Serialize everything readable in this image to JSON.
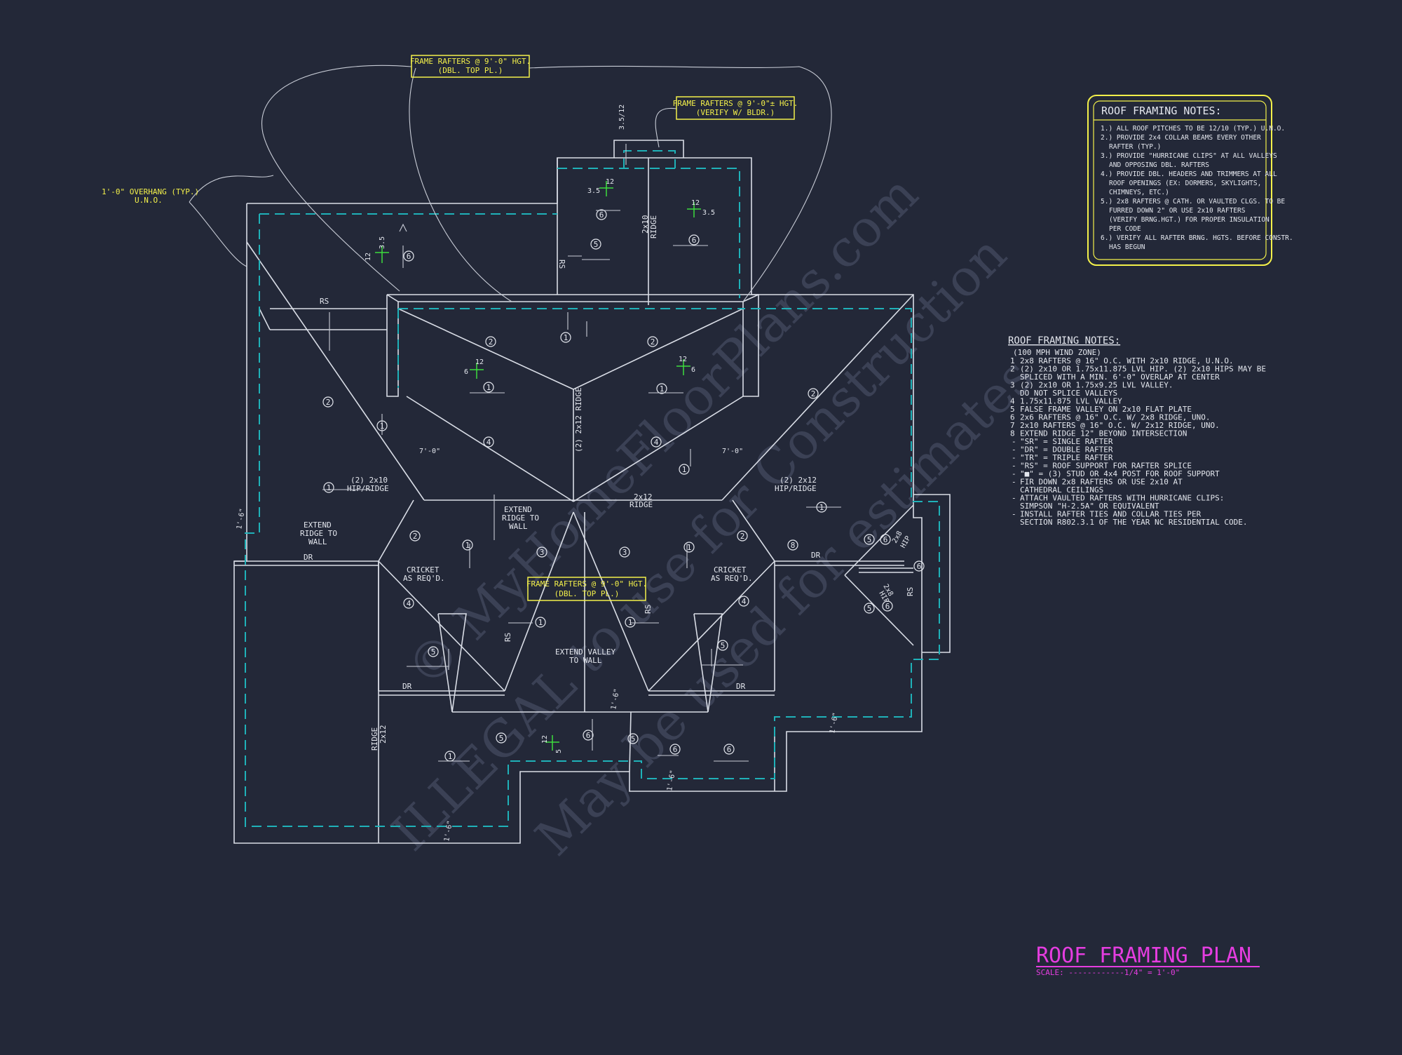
{
  "watermark": {
    "line1": "© MyHomeFloorPlans.com",
    "line2": "ILLEGAL to use for Construction",
    "line3": "May be used for estimates"
  },
  "callouts": {
    "frame_top_left": [
      "FRAME RAFTERS @ 9'-0\" HGT.",
      "(DBL. TOP PL.)"
    ],
    "frame_top_right": [
      "FRAME RAFTERS @ 9'-0\"± HGT.",
      "(VERIFY W/ BLDR.)"
    ],
    "frame_center": [
      "FRAME RAFTERS @ 9'-0\" HGT.",
      "(DBL. TOP PL.)"
    ],
    "overhang": [
      "1'-0\" OVERHANG (TYP.)",
      "U.N.O."
    ]
  },
  "plan_labels": {
    "rs": "RS",
    "dr": "DR",
    "ridge": "RIDGE",
    "two_by_ten": "2x10",
    "two_by_twelve": "2x12",
    "two_by_eight": "2x8",
    "hip": "HIP",
    "hip_ridge_2x10": [
      "(2) 2x10",
      "HIP/RIDGE"
    ],
    "hip_ridge_2x12": [
      "(2) 2x12",
      "HIP/RIDGE"
    ],
    "extend_ridge": [
      "EXTEND",
      "RIDGE TO",
      "WALL"
    ],
    "extend_valley": [
      "EXTEND VALLEY",
      "TO WALL"
    ],
    "cricket": [
      "CRICKET",
      "AS REQ'D."
    ],
    "dim_7_0": "7'-0\"",
    "dim_35_12": "3.5/12",
    "pitch_12": "12",
    "pitch_35": "3.5",
    "pitch_6": "6",
    "pitch_5": "5",
    "eave_dim": "1'-6\"",
    "center_ridge": "(2) 2x12 RIDGE"
  },
  "notes_box": {
    "title": "ROOF FRAMING NOTES:",
    "items": [
      "1.) ALL ROOF PITCHES TO BE 12/10 (TYP.) U.N.O.",
      "2.) PROVIDE 2x4 COLLAR BEAMS EVERY OTHER",
      "RAFTER (TYP.)",
      "3.) PROVIDE \"HURRICANE CLIPS\" AT ALL VALLEYS",
      "AND OPPOSING DBL. RAFTERS",
      "4.) PROVIDE DBL. HEADERS AND TRIMMERS AT ALL",
      "ROOF OPENINGS (EX: DORMERS, SKYLIGHTS,",
      "CHIMNEYS, ETC.)",
      "5.) 2x8 RAFTERS @ CATH. OR VAULTED CLGS. TO BE",
      "FURRED DOWN 2\" OR USE 2x10 RAFTERS",
      "(VERIFY BRNG.HGT.) FOR PROPER INSULATION",
      "PER CODE",
      "6.) VERIFY ALL RAFTER BRNG. HGTS. BEFORE CONSTR.",
      "HAS BEGUN"
    ]
  },
  "notes_list": {
    "title": "ROOF FRAMING NOTES:",
    "subtitle": "(100 MPH WIND ZONE)",
    "items": [
      {
        "key": "1",
        "text": [
          "2x8 RAFTERS @ 16\" O.C. WITH 2x10 RIDGE, U.N.O."
        ]
      },
      {
        "key": "2",
        "text": [
          "(2) 2x10 OR 1.75x11.875 LVL HIP. (2) 2x10 HIPS MAY BE",
          "SPLICED WITH A MIN. 6'-0\" OVERLAP AT CENTER"
        ]
      },
      {
        "key": "3",
        "text": [
          "(2) 2x10 OR 1.75x9.25 LVL VALLEY.",
          "DO NOT SPLICE VALLEYS"
        ]
      },
      {
        "key": "4",
        "text": [
          "1.75x11.875 LVL VALLEY"
        ]
      },
      {
        "key": "5",
        "text": [
          "FALSE FRAME VALLEY ON 2x10 FLAT PLATE"
        ]
      },
      {
        "key": "6",
        "text": [
          "2x6 RAFTERS @ 16\" O.C. W/ 2x8 RIDGE, UNO."
        ]
      },
      {
        "key": "7",
        "text": [
          "2x10 RAFTERS @ 16\" O.C. W/ 2x12 RIDGE, UNO."
        ]
      },
      {
        "key": "8",
        "text": [
          "EXTEND RIDGE 12\" BEYOND INTERSECTION"
        ]
      },
      {
        "key": "-",
        "text": [
          "\"SR\" = SINGLE RAFTER"
        ]
      },
      {
        "key": "-",
        "text": [
          "\"DR\" = DOUBLE RAFTER"
        ]
      },
      {
        "key": "-",
        "text": [
          "\"TR\" = TRIPLE RAFTER"
        ]
      },
      {
        "key": "-",
        "text": [
          "\"RS\" = ROOF SUPPORT FOR RAFTER SPLICE"
        ]
      },
      {
        "key": "-",
        "text": [
          "\"■\" = (3) STUD OR 4x4 POST FOR ROOF SUPPORT"
        ]
      },
      {
        "key": "-",
        "text": [
          "FIR DOWN 2x8 RAFTERS OR USE 2x10 AT",
          "CATHEDRAL CEILINGS"
        ]
      },
      {
        "key": "-",
        "text": [
          "ATTACH VAULTED RAFTERS WITH HURRICANE CLIPS:",
          "SIMPSON \"H-2.5A\" OR EQUIVALENT"
        ]
      },
      {
        "key": "-",
        "text": [
          "INSTALL RAFTER TIES AND COLLAR TIES PER",
          "SECTION R802.3.1 OF THE YEAR NC RESIDENTIAL CODE."
        ]
      }
    ]
  },
  "sheet_title": {
    "title": "ROOF FRAMING PLAN",
    "scale": "SCALE: ------------1/4\" = 1'-0\""
  },
  "colors": {
    "background": "#232838",
    "linework": "#d9dde6",
    "eave_dash": "#1fb1b8",
    "callout": "#f3f04a",
    "title": "#e53de0",
    "pitch_mark": "#3ddc3d"
  }
}
